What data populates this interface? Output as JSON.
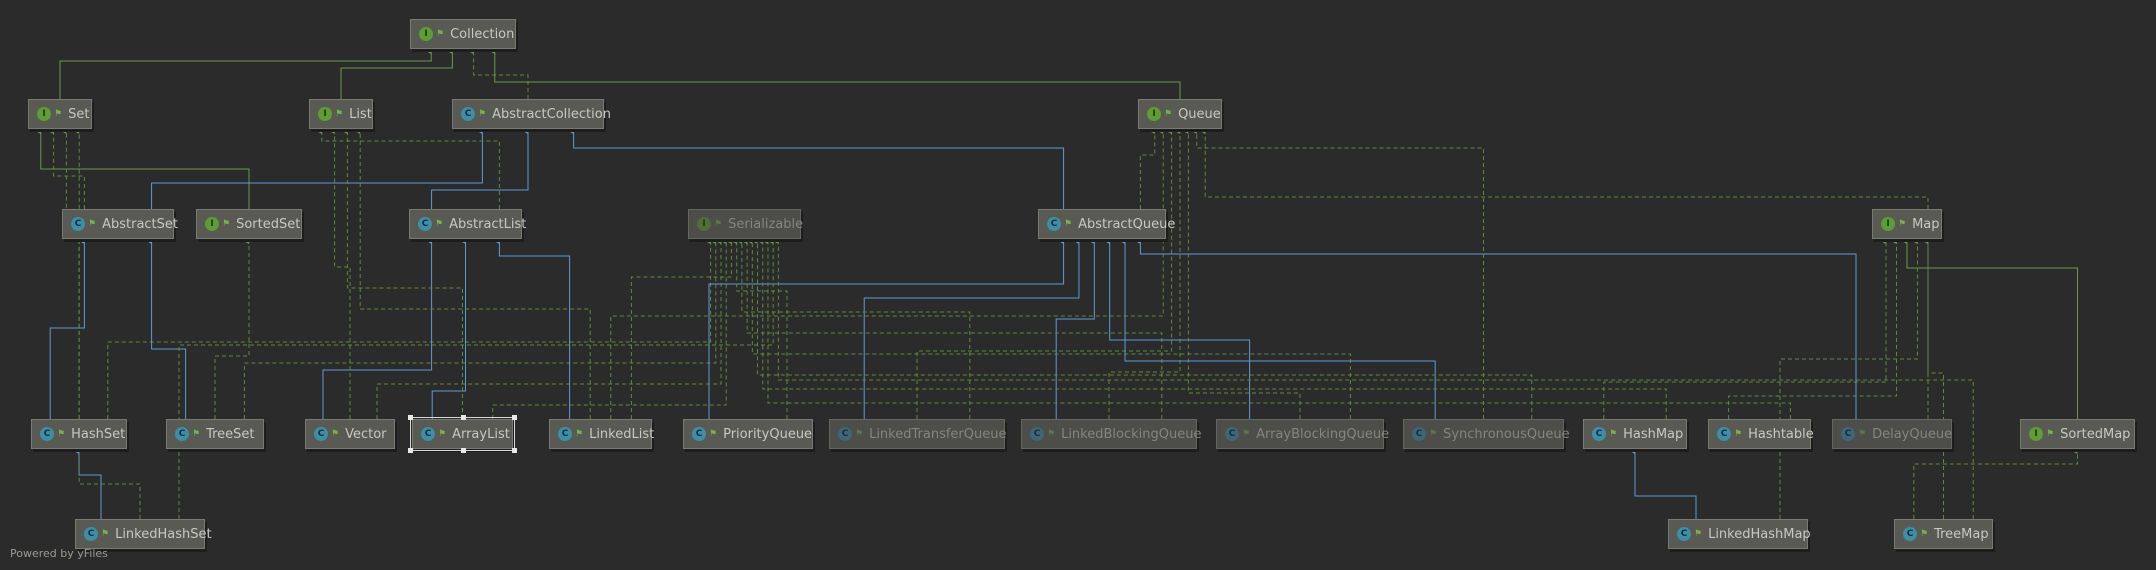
{
  "nodes": [
    {
      "id": "Collection",
      "label": "Collection",
      "kind": "interface"
    },
    {
      "id": "Set",
      "label": "Set",
      "kind": "interface"
    },
    {
      "id": "List",
      "label": "List",
      "kind": "interface"
    },
    {
      "id": "AbstractCollection",
      "label": "AbstractCollection",
      "kind": "class"
    },
    {
      "id": "Queue",
      "label": "Queue",
      "kind": "interface"
    },
    {
      "id": "AbstractSet",
      "label": "AbstractSet",
      "kind": "class"
    },
    {
      "id": "SortedSet",
      "label": "SortedSet",
      "kind": "interface"
    },
    {
      "id": "AbstractList",
      "label": "AbstractList",
      "kind": "class"
    },
    {
      "id": "Serializable",
      "label": "Serializable",
      "kind": "interface",
      "faded": true
    },
    {
      "id": "AbstractQueue",
      "label": "AbstractQueue",
      "kind": "class"
    },
    {
      "id": "Map",
      "label": "Map",
      "kind": "interface"
    },
    {
      "id": "HashSet",
      "label": "HashSet",
      "kind": "class"
    },
    {
      "id": "TreeSet",
      "label": "TreeSet",
      "kind": "class"
    },
    {
      "id": "Vector",
      "label": "Vector",
      "kind": "class"
    },
    {
      "id": "ArrayList",
      "label": "ArrayList",
      "kind": "class",
      "selected": true
    },
    {
      "id": "LinkedList",
      "label": "LinkedList",
      "kind": "class"
    },
    {
      "id": "PriorityQueue",
      "label": "PriorityQueue",
      "kind": "class"
    },
    {
      "id": "LinkedTransferQueue",
      "label": "LinkedTransferQueue",
      "kind": "class",
      "faded": true
    },
    {
      "id": "LinkedBlockingQueue",
      "label": "LinkedBlockingQueue",
      "kind": "class",
      "faded": true
    },
    {
      "id": "ArrayBlockingQueue",
      "label": "ArrayBlockingQueue",
      "kind": "class",
      "faded": true
    },
    {
      "id": "SynchronousQueue",
      "label": "SynchronousQueue",
      "kind": "class",
      "faded": true
    },
    {
      "id": "HashMap",
      "label": "HashMap",
      "kind": "class"
    },
    {
      "id": "Hashtable",
      "label": "Hashtable",
      "kind": "class"
    },
    {
      "id": "DelayQueue",
      "label": "DelayQueue",
      "kind": "class",
      "faded": true
    },
    {
      "id": "SortedMap",
      "label": "SortedMap",
      "kind": "interface"
    },
    {
      "id": "LinkedHashSet",
      "label": "LinkedHashSet",
      "kind": "class"
    },
    {
      "id": "LinkedHashMap",
      "label": "LinkedHashMap",
      "kind": "class"
    },
    {
      "id": "TreeMap",
      "label": "TreeMap",
      "kind": "class"
    }
  ],
  "edges": [
    {
      "from": "Set",
      "to": "Collection",
      "type": "implements"
    },
    {
      "from": "List",
      "to": "Collection",
      "type": "implements"
    },
    {
      "from": "AbstractCollection",
      "to": "Collection",
      "type": "realizes"
    },
    {
      "from": "Queue",
      "to": "Collection",
      "type": "implements"
    },
    {
      "from": "SortedSet",
      "to": "Set",
      "type": "implements"
    },
    {
      "from": "AbstractSet",
      "to": "Set",
      "type": "realizes"
    },
    {
      "from": "AbstractSet",
      "to": "AbstractCollection",
      "type": "extends"
    },
    {
      "from": "AbstractList",
      "to": "AbstractCollection",
      "type": "extends"
    },
    {
      "from": "AbstractList",
      "to": "List",
      "type": "realizes"
    },
    {
      "from": "AbstractQueue",
      "to": "AbstractCollection",
      "type": "extends"
    },
    {
      "from": "AbstractQueue",
      "to": "Queue",
      "type": "realizes"
    },
    {
      "from": "HashSet",
      "to": "AbstractSet",
      "type": "extends"
    },
    {
      "from": "HashSet",
      "to": "Set",
      "type": "realizes"
    },
    {
      "from": "HashSet",
      "to": "Serializable",
      "type": "realizes"
    },
    {
      "from": "TreeSet",
      "to": "AbstractSet",
      "type": "extends"
    },
    {
      "from": "TreeSet",
      "to": "SortedSet",
      "type": "realizes"
    },
    {
      "from": "TreeSet",
      "to": "Serializable",
      "type": "realizes"
    },
    {
      "from": "Vector",
      "to": "AbstractList",
      "type": "extends"
    },
    {
      "from": "Vector",
      "to": "List",
      "type": "realizes"
    },
    {
      "from": "Vector",
      "to": "Serializable",
      "type": "realizes"
    },
    {
      "from": "ArrayList",
      "to": "AbstractList",
      "type": "extends"
    },
    {
      "from": "ArrayList",
      "to": "List",
      "type": "realizes"
    },
    {
      "from": "ArrayList",
      "to": "Serializable",
      "type": "realizes"
    },
    {
      "from": "LinkedList",
      "to": "AbstractList",
      "type": "extends"
    },
    {
      "from": "LinkedList",
      "to": "List",
      "type": "realizes"
    },
    {
      "from": "LinkedList",
      "to": "Queue",
      "type": "realizes"
    },
    {
      "from": "LinkedList",
      "to": "Serializable",
      "type": "realizes"
    },
    {
      "from": "PriorityQueue",
      "to": "AbstractQueue",
      "type": "extends"
    },
    {
      "from": "PriorityQueue",
      "to": "Serializable",
      "type": "realizes"
    },
    {
      "from": "LinkedTransferQueue",
      "to": "AbstractQueue",
      "type": "extends"
    },
    {
      "from": "LinkedTransferQueue",
      "to": "Queue",
      "type": "realizes"
    },
    {
      "from": "LinkedTransferQueue",
      "to": "Serializable",
      "type": "realizes"
    },
    {
      "from": "LinkedBlockingQueue",
      "to": "AbstractQueue",
      "type": "extends"
    },
    {
      "from": "LinkedBlockingQueue",
      "to": "Queue",
      "type": "realizes"
    },
    {
      "from": "LinkedBlockingQueue",
      "to": "Serializable",
      "type": "realizes"
    },
    {
      "from": "ArrayBlockingQueue",
      "to": "AbstractQueue",
      "type": "extends"
    },
    {
      "from": "ArrayBlockingQueue",
      "to": "Queue",
      "type": "realizes"
    },
    {
      "from": "ArrayBlockingQueue",
      "to": "Serializable",
      "type": "realizes"
    },
    {
      "from": "SynchronousQueue",
      "to": "AbstractQueue",
      "type": "extends"
    },
    {
      "from": "SynchronousQueue",
      "to": "Queue",
      "type": "realizes"
    },
    {
      "from": "SynchronousQueue",
      "to": "Serializable",
      "type": "realizes"
    },
    {
      "from": "HashMap",
      "to": "Map",
      "type": "realizes"
    },
    {
      "from": "HashMap",
      "to": "Serializable",
      "type": "realizes"
    },
    {
      "from": "Hashtable",
      "to": "Map",
      "type": "realizes"
    },
    {
      "from": "Hashtable",
      "to": "Serializable",
      "type": "realizes"
    },
    {
      "from": "DelayQueue",
      "to": "AbstractQueue",
      "type": "extends"
    },
    {
      "from": "DelayQueue",
      "to": "Queue",
      "type": "realizes"
    },
    {
      "from": "SortedMap",
      "to": "Map",
      "type": "implements"
    },
    {
      "from": "LinkedHashSet",
      "to": "HashSet",
      "type": "extends"
    },
    {
      "from": "LinkedHashSet",
      "to": "Set",
      "type": "realizes"
    },
    {
      "from": "LinkedHashSet",
      "to": "Serializable",
      "type": "realizes"
    },
    {
      "from": "LinkedHashMap",
      "to": "HashMap",
      "type": "extends"
    },
    {
      "from": "LinkedHashMap",
      "to": "Map",
      "type": "realizes"
    },
    {
      "from": "TreeMap",
      "to": "SortedMap",
      "type": "realizes"
    },
    {
      "from": "TreeMap",
      "to": "Map",
      "type": "realizes"
    },
    {
      "from": "TreeMap",
      "to": "Serializable",
      "type": "realizes"
    }
  ],
  "colors": {
    "background": "#2b2b2b",
    "extends": "#5b9bd5",
    "implements": "#6a9a4a",
    "realizes": "#5e8a3e"
  },
  "footer": {
    "powered": "Powered by yFiles"
  }
}
